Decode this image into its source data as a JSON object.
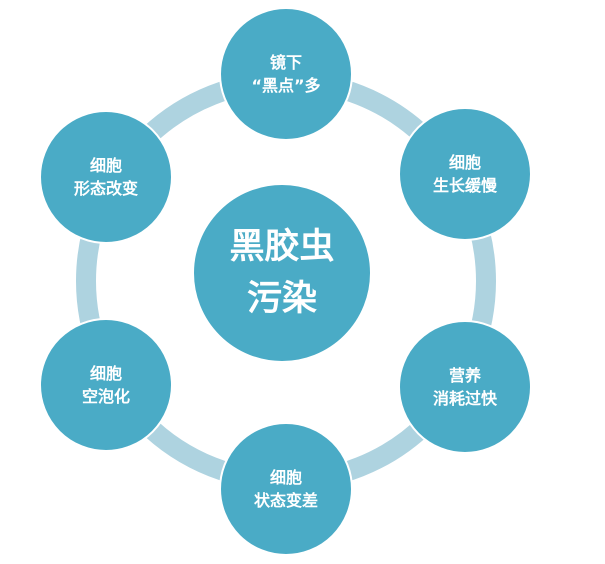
{
  "diagram": {
    "type": "cycle-hub",
    "colors": {
      "node_fill": "#4aabc6",
      "ring": "#aed3e0",
      "text": "#ffffff",
      "background": "#ffffff"
    },
    "center": {
      "line1": "黑胶虫",
      "line2": "污染"
    },
    "nodes": [
      {
        "position": "top",
        "line1": "镜下",
        "line2": "“黑点”多"
      },
      {
        "position": "top-right",
        "line1": "细胞",
        "line2": "生长缓慢"
      },
      {
        "position": "bottom-right",
        "line1": "营养",
        "line2": "消耗过快"
      },
      {
        "position": "bottom",
        "line1": "细胞",
        "line2": "状态变差"
      },
      {
        "position": "bottom-left",
        "line1": "细胞",
        "line2": "空泡化"
      },
      {
        "position": "top-left",
        "line1": "细胞",
        "line2": "形态改变"
      }
    ]
  }
}
